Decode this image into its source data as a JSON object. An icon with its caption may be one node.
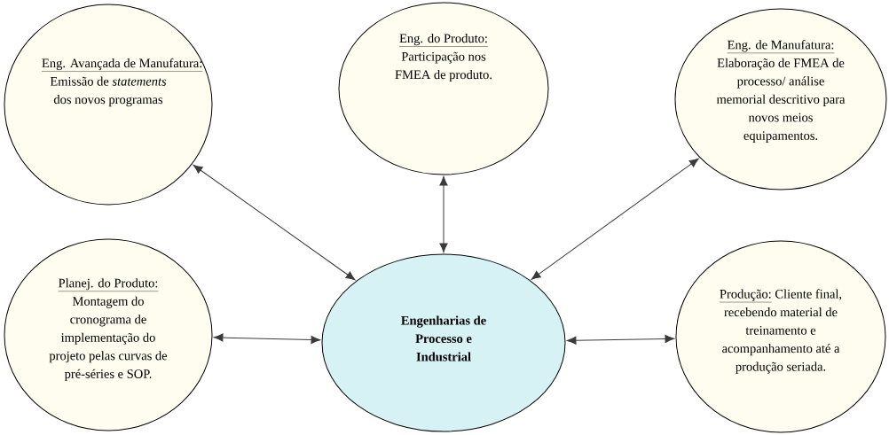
{
  "diagram": {
    "nodes": [
      {
        "text": [
          "Eng. Avançada de Manufatura:",
          "Emissão de *statements* dos novos programas"
        ]
      },
      {
        "text": [
          "Eng. do Produto:",
          "Participação nos FMEA de produto."
        ]
      },
      {
        "text": [
          "Eng. de Manufatura:",
          "Elaboração de FMEA de processo/ análise memorial descritivo para novos meios equipamentos."
        ]
      },
      {
        "text": [
          "Planej. do Produto:",
          "Montagem do cronograma de implementação do projeto pelas curvas de pré-séries e SOP."
        ]
      },
      {
        "text": [
          "Engenharias de Processo e Industrial"
        ]
      },
      {
        "text": [
          "Produção:",
          "Cliente final, recebendo material de treinamento e acompanhamento até a produção seriada."
        ]
      }
    ],
    "edges": [
      {
        "from": 4,
        "to": 0,
        "arrow": "both"
      },
      {
        "from": 4,
        "to": 1,
        "arrow": "both"
      },
      {
        "from": 4,
        "to": 2,
        "arrow": "both"
      },
      {
        "from": 4,
        "to": 3,
        "arrow": "both"
      },
      {
        "from": 4,
        "to": 5,
        "arrow": "both"
      }
    ]
  }
}
